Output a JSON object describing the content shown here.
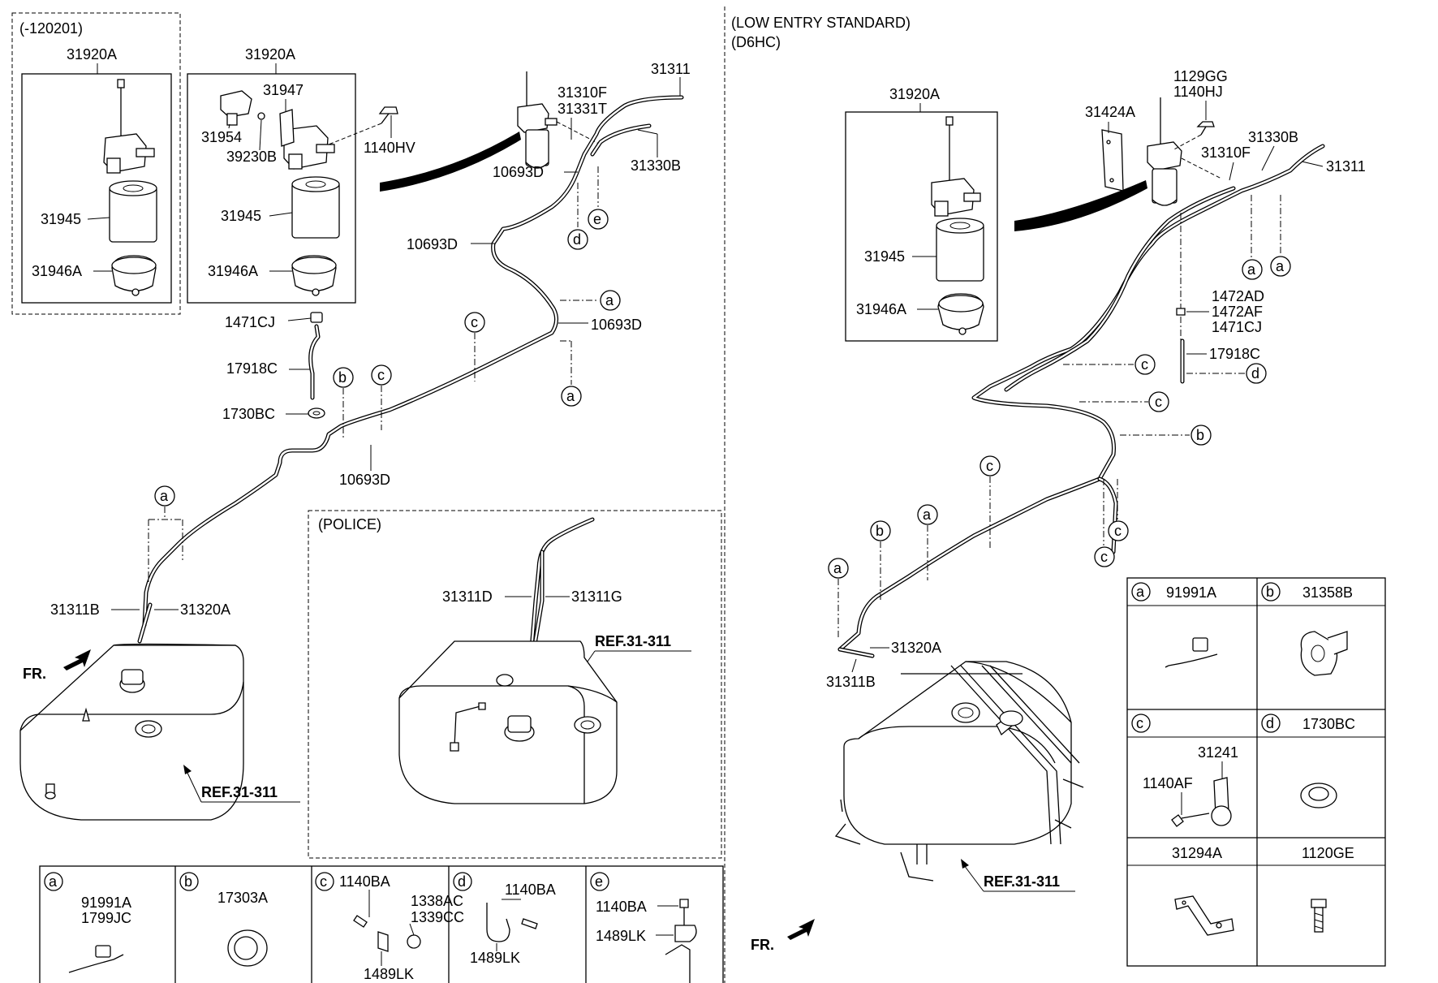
{
  "left_panel": {
    "variant_label": "(-120201)",
    "filter_box_a": {
      "title": "31920A",
      "filter_element": "31945",
      "bowl": "31946A"
    },
    "filter_box_b": {
      "title": "31920A",
      "bracket": "31947",
      "sensor": "31954",
      "clip": "39230B",
      "filter_element": "31945",
      "bowl": "31946A"
    },
    "bolt": "1140HV",
    "parts": {
      "fuel_feed": "31311",
      "filter_assy": "31310F",
      "adapter": "31331T",
      "return_tube": "31330B",
      "clamp_d1": "10693D",
      "clamp_d2": "10693D",
      "clamp_d3": "10693D",
      "clamp_d4": "10693D",
      "clamp_1471": "1471CJ",
      "hose": "17918C",
      "grommet": "1730BC",
      "tube_b": "31311B",
      "tube_a": "31320A",
      "fr": "FR.",
      "ref": "REF.31-311"
    },
    "callouts": {
      "a": "a",
      "b": "b",
      "c": "c",
      "d": "d",
      "e": "e"
    },
    "police": {
      "title": "(POLICE)",
      "tube_d": "31311D",
      "tube_g": "31311G",
      "ref": "REF.31-311"
    },
    "legend": [
      {
        "key": "a",
        "parts": [
          "91991A",
          "1799JC"
        ]
      },
      {
        "key": "b",
        "parts": [
          "17303A"
        ]
      },
      {
        "key": "c",
        "parts": [
          "1140BA",
          "1338AC",
          "1339CC",
          "1489LK"
        ]
      },
      {
        "key": "d",
        "parts": [
          "1140BA",
          "1489LK"
        ]
      },
      {
        "key": "e",
        "parts": [
          "1140BA",
          "1489LK"
        ]
      }
    ]
  },
  "right_panel": {
    "title_line1": "(LOW ENTRY STANDARD)",
    "title_line2": "(D6HC)",
    "filter_box": {
      "title": "31920A",
      "filter_element": "31945",
      "bowl": "31946A"
    },
    "parts": {
      "bolt_a": "1129GG",
      "bolt_b": "1140HJ",
      "bracket": "31424A",
      "return_tube": "31330B",
      "filter_assy": "31310F",
      "fuel_feed": "31311",
      "clamp_a": "1472AD",
      "clamp_b": "1472AF",
      "clamp_c": "1471CJ",
      "hose": "17918C",
      "tube_a": "31320A",
      "tube_b": "31311B",
      "ref": "REF.31-311",
      "fr": "FR."
    },
    "callouts": {
      "a": "a",
      "b": "b",
      "c": "c",
      "d": "d"
    },
    "legend": [
      {
        "key": "a",
        "part": "91991A"
      },
      {
        "key": "b",
        "part": "31358B"
      },
      {
        "key": "c",
        "part": "31241",
        "sub": "1140AF"
      },
      {
        "key": "d",
        "part": "1730BC"
      },
      {
        "key": "",
        "part": "31294A"
      },
      {
        "key": "",
        "part": "1120GE"
      }
    ]
  }
}
